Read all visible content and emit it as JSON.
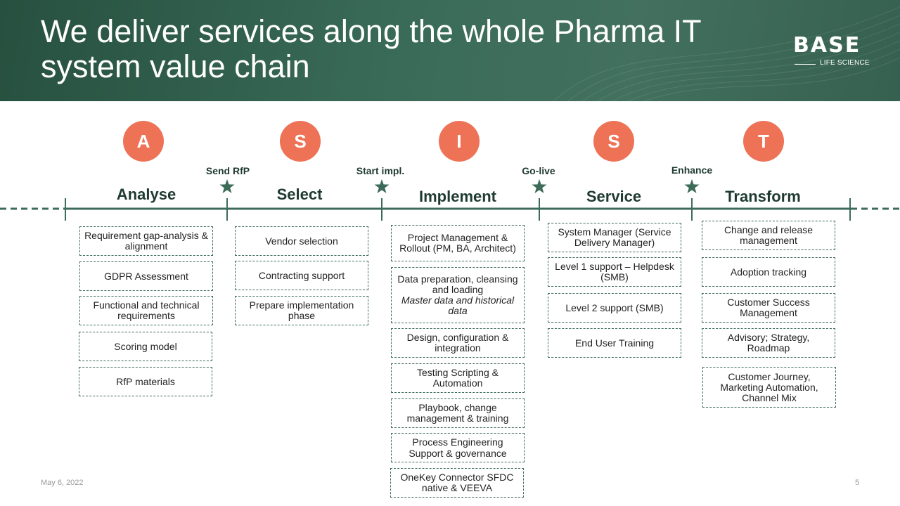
{
  "slide": {
    "title": "We deliver services along the whole Pharma IT system value chain",
    "footer_date": "May 6, 2022",
    "page_number": "5"
  },
  "logo": {
    "wordmark": "BASE",
    "subtitle": "LIFE SCIENCE"
  },
  "colors": {
    "header_green": "#2f5e4c",
    "timeline_green": "#3d6b59",
    "circle_orange": "#ee7256"
  },
  "phases": [
    {
      "letter": "A",
      "name": "Analyse"
    },
    {
      "letter": "S",
      "name": "Select"
    },
    {
      "letter": "I",
      "name": "Implement"
    },
    {
      "letter": "S",
      "name": "Service"
    },
    {
      "letter": "T",
      "name": "Transform"
    }
  ],
  "milestones": [
    {
      "label": "Send RfP",
      "icon": "star-icon"
    },
    {
      "label": "Start impl.",
      "icon": "star-icon"
    },
    {
      "label": "Go-live",
      "icon": "star-icon"
    },
    {
      "label": "Enhance",
      "icon": "star-icon"
    }
  ],
  "services": {
    "analyse": [
      "Requirement gap-analysis & alignment",
      "GDPR Assessment",
      "Functional and technical requirements",
      "Scoring model",
      "RfP materials"
    ],
    "select": [
      "Vendor selection",
      "Contracting support",
      "Prepare implementation phase"
    ],
    "implement": [
      "Project Management & Rollout (PM, BA, Architect)",
      "Data preparation, cleansing and loading",
      "Master data and historical data",
      "Design, configuration & integration",
      "Testing Scripting & Automation",
      "Playbook, change management & training",
      "Process Engineering",
      "Support & governance",
      "OneKey Connector SFDC native & VEEVA"
    ],
    "service": [
      "System Manager (Service Delivery Manager)",
      "Level 1 support – Helpdesk (SMB)",
      "Level 2 support (SMB)",
      "End User Training"
    ],
    "transform": [
      "Change and release management",
      "Adoption tracking",
      "Customer Success Management",
      "Advisory; Strategy, Roadmap",
      "Customer Journey, Marketing Automation, Channel Mix"
    ]
  }
}
